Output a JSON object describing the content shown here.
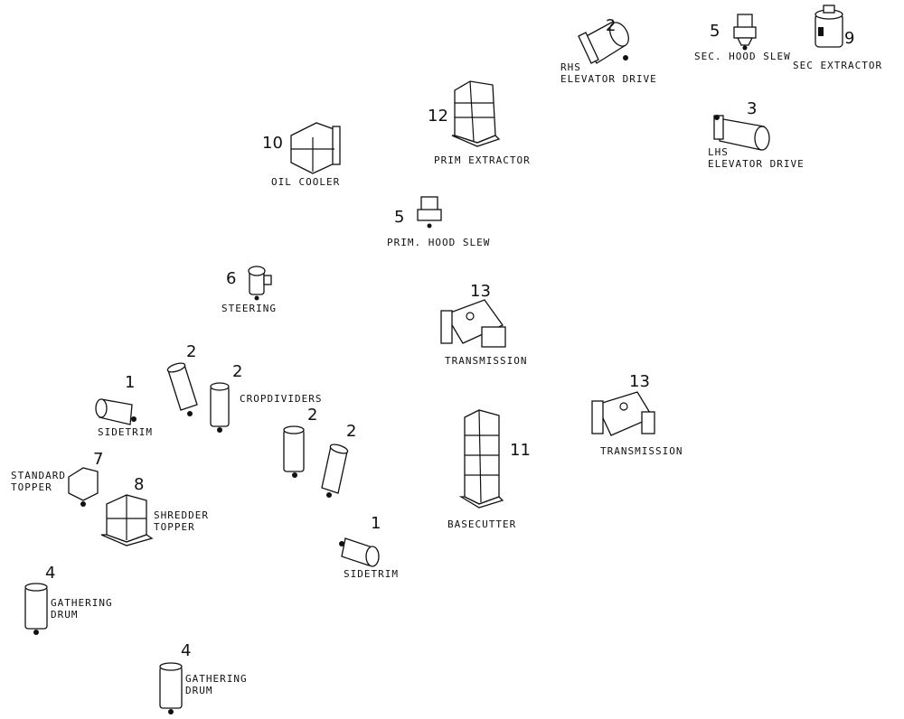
{
  "components": [
    {
      "key": "rhs_elevator_drive",
      "number": "2",
      "label": [
        "RHS",
        "ELEVATOR DRIVE"
      ]
    },
    {
      "key": "sec_hood_slew",
      "number": "5",
      "label": [
        "SEC. HOOD SLEW"
      ]
    },
    {
      "key": "sec_extractor",
      "number": "9",
      "label": [
        "SEC  EXTRACTOR"
      ]
    },
    {
      "key": "lhs_elevator_drive",
      "number": "3",
      "label": [
        "LHS",
        "ELEVATOR DRIVE"
      ]
    },
    {
      "key": "prim_extractor",
      "number": "12",
      "label": [
        "PRIM  EXTRACTOR"
      ]
    },
    {
      "key": "oil_cooler",
      "number": "10",
      "label": [
        "OIL COOLER"
      ]
    },
    {
      "key": "prim_hood_slew",
      "number": "5",
      "label": [
        "PRIM. HOOD SLEW"
      ]
    },
    {
      "key": "steering",
      "number": "6",
      "label": [
        "STEERING"
      ]
    },
    {
      "key": "transmission_1",
      "number": "13",
      "label": [
        "TRANSMISSION"
      ]
    },
    {
      "key": "transmission_2",
      "number": "13",
      "label": [
        "TRANSMISSION"
      ]
    },
    {
      "key": "sidetrim_1",
      "number": "1",
      "label": [
        "SIDETRIM"
      ]
    },
    {
      "key": "cropdividers",
      "numbers": [
        "2",
        "2",
        "2",
        "2"
      ],
      "label": [
        "CROPDIVIDERS"
      ]
    },
    {
      "key": "basecutter",
      "number": "11",
      "label": [
        "BASECUTTER"
      ]
    },
    {
      "key": "standard_topper",
      "number": "7",
      "label": [
        "STANDARD",
        "TOPPER"
      ]
    },
    {
      "key": "shredder_topper",
      "number": "8",
      "label": [
        "SHREDDER",
        "TOPPER"
      ]
    },
    {
      "key": "sidetrim_2",
      "number": "1",
      "label": [
        "SIDETRIM"
      ]
    },
    {
      "key": "gathering_drum_1",
      "number": "4",
      "label": [
        "GATHERING",
        "DRUM"
      ]
    },
    {
      "key": "gathering_drum_2",
      "number": "4",
      "label": [
        "GATHERING",
        "DRUM"
      ]
    }
  ]
}
